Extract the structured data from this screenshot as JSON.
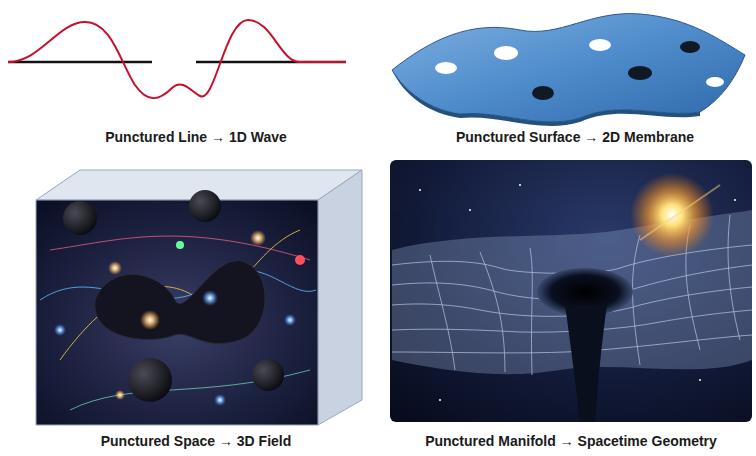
{
  "diagram": {
    "labels": [
      "Punctured Line → 1D Wave",
      "Punctured Surface → 2D Membrane",
      "Punctured Space → 3D Field",
      "Punctured Manifold → Spacetime Geometry"
    ]
  }
}
